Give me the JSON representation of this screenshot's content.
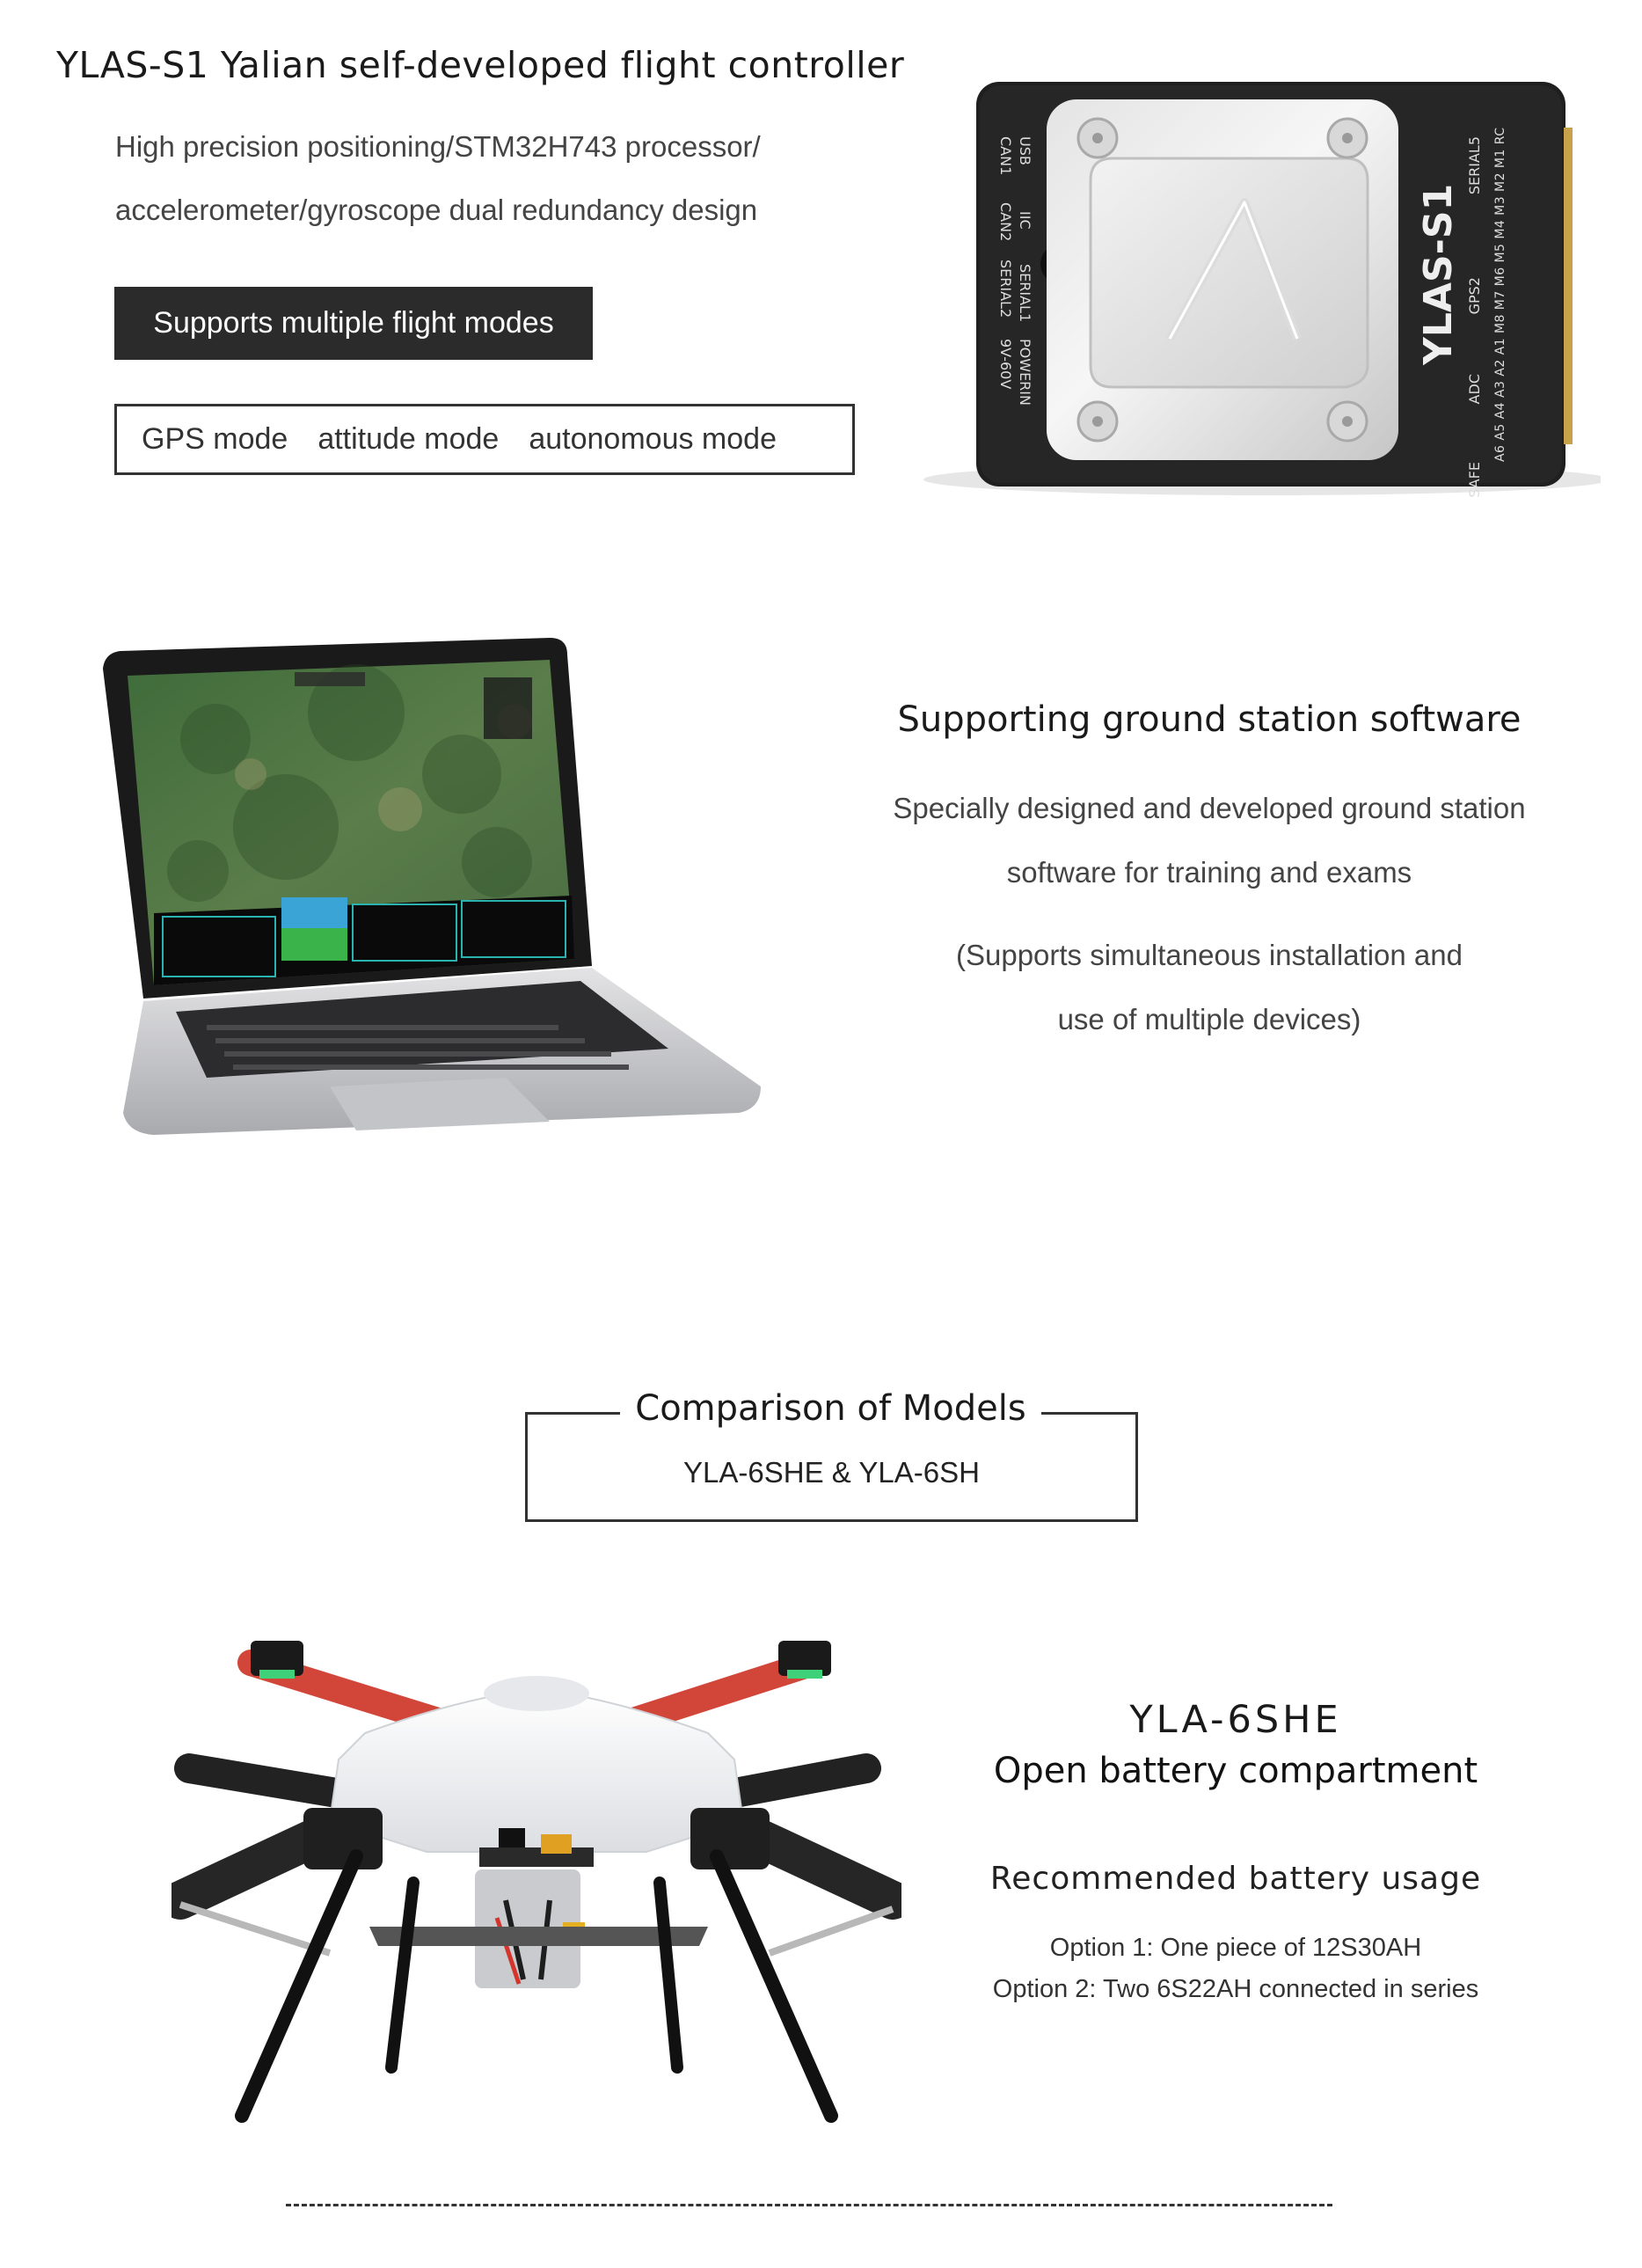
{
  "controller": {
    "title": "YLAS-S1 Yalian self-developed flight controller",
    "desc_line1": "High precision positioning/STM32H743 processor/",
    "desc_line2": "accelerometer/gyroscope dual redundancy design",
    "badge": "Supports multiple flight modes",
    "modes": [
      "GPS mode",
      "attitude mode",
      "autonomous mode"
    ],
    "device": {
      "brand": "YLAS-S1",
      "left_labels": [
        "USB",
        "CAN1",
        "IIC",
        "CAN2",
        "SERIAL1",
        "SERIAL2",
        "POWERIN",
        "9V-60V"
      ],
      "right_labels": [
        "SERIAL5",
        "GPS2",
        "ADC",
        "SAFE",
        "A6 A5 A4 A3 A2 A1 M8 M7 M6 M5 M4 M3 M2 M1 RC"
      ]
    }
  },
  "ground_station": {
    "title": "Supporting ground station software",
    "line1": "Specially designed and developed ground station",
    "line2": "software for training and exams",
    "line3": "(Supports simultaneous installation and",
    "line4": "use of multiple devices)"
  },
  "comparison": {
    "title": "Comparison of Models",
    "subtitle": "YLA-6SHE & YLA-6SH"
  },
  "model": {
    "name": "YLA-6SHE",
    "feature": "Open battery compartment",
    "recommend_title": "Recommended battery usage",
    "option1": "Option 1: One piece of 12S30AH",
    "option2": "Option 2: Two 6S22AH connected in series"
  }
}
